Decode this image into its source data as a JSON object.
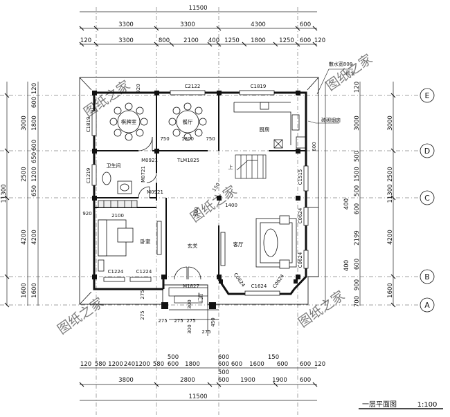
{
  "drawing": {
    "total_top": "11500",
    "total_bottom": "11500",
    "total_left": "11300",
    "total_right": "11300",
    "top_dims_row1": [
      "3300",
      "3300",
      "4300",
      "600"
    ],
    "top_dims_row2": [
      "120",
      "3300",
      "800",
      "2100",
      "400",
      "1250",
      "1800",
      "1250",
      "600",
      "120"
    ],
    "bottom_dims_row1": [
      "120",
      "580",
      "1200",
      "240",
      "1200",
      "580",
      "600",
      "1800",
      "600",
      "600",
      "1600",
      "600",
      "600",
      "120"
    ],
    "bottom_dims_row1b": [
      "500",
      "600",
      "150",
      "500"
    ],
    "bottom_dims_row2": [
      "3800",
      "2800",
      "600",
      "1900",
      "1900",
      "600"
    ],
    "left_dims_outer": [
      "3000",
      "2500",
      "4200",
      "1600"
    ],
    "left_dims_inner": [
      "120",
      "600",
      "1800",
      "600",
      "650",
      "1200",
      "650",
      "4200",
      "1600"
    ],
    "right_dims_outer": [
      "3000",
      "2500",
      "4200",
      "1600"
    ],
    "right_dims_inner": [
      "120",
      "3000",
      "500",
      "1500",
      "500",
      "400",
      "600",
      "2199",
      "400",
      "600",
      "900",
      "700"
    ],
    "axes": [
      "E",
      "D",
      "C",
      "B",
      "A"
    ],
    "rooms": {
      "chess": "棋牌室",
      "dining": "餐厅",
      "kitchen": "厨房",
      "bath": "卫生间",
      "bedroom": "卧室",
      "foyer": "玄关",
      "living": "客厅",
      "up": "上",
      "door_hall": "门厅"
    },
    "openings": {
      "c2122": "C2122",
      "c1819": "C1819",
      "c1819v": "C1819",
      "m0921a": "M0921",
      "tlm1825": "TLM1825",
      "m0721": "M0721",
      "c1219": "C1219",
      "c1515": "C1515",
      "m0921b": "M0921",
      "c0624a": "C0624",
      "c0624b": "C0624",
      "c1224a": "C1224",
      "c1224b": "C1224",
      "m1827": "M1827",
      "c0624c": "C0624",
      "c1624": "C1624",
      "c0624d": "C0624"
    },
    "misc": {
      "drain": "散水宽800",
      "bend": "弯头",
      "vent": "砖砌烟囱",
      "d750a": "750",
      "d1800": "1800",
      "d750b": "750",
      "d920": "920",
      "d920b": "920",
      "d2100": "2100",
      "d1400": "1400",
      "d150": "150",
      "d500": "500",
      "d600v": "600",
      "s275": [
        "275",
        "275",
        "275",
        "275",
        "275",
        "275"
      ],
      "s300": [
        "300",
        "300"
      ],
      "d450": "450"
    },
    "title": "一层平面图",
    "scale": "1:100",
    "watermark": "图纸之家"
  }
}
